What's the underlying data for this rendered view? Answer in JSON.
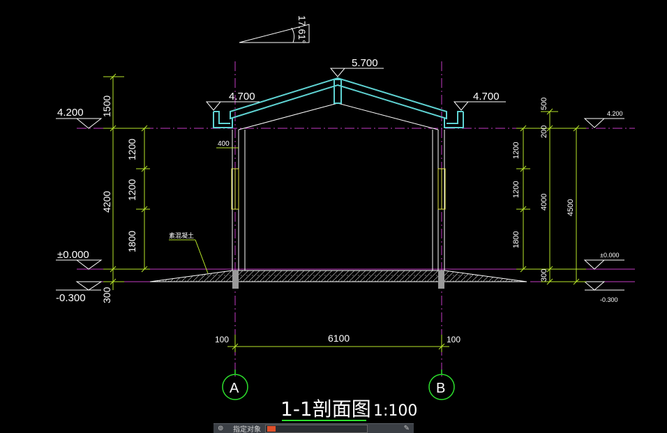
{
  "drawing": {
    "slope_label": "17.61°",
    "ridge_elev": "5.700",
    "eave_elev_left": "4.700",
    "eave_elev_right": "4.700",
    "elev_420_left": "4.200",
    "elev_420_right": "4.200",
    "elev_000_left": "±0.000",
    "elev_000_right": "±0.000",
    "elev_m030_left": "-0.300",
    "elev_m030_right": "-0.300",
    "left_dims": {
      "top": "1500",
      "d1": "1200",
      "d2": "1200",
      "d3": "1800",
      "total": "4200",
      "base": "300"
    },
    "right_dims": {
      "top": "500",
      "d0": "200",
      "d1": "1200",
      "d2": "1200",
      "d3": "1800",
      "mid_total": "4000",
      "total": "4500",
      "base": "300"
    },
    "wall_dim": "400",
    "concrete_note": "素混凝土",
    "span": "6100",
    "edge_left": "100",
    "edge_right": "100",
    "axis_a": "A",
    "axis_b": "B",
    "title": "1-1剖面图",
    "scale": "1:100"
  },
  "colors": {
    "background": "#000000",
    "roof": "#5fd3d3",
    "dimension": "#b8e62a",
    "axis": "#c33bc3",
    "axis_bubble": "#2de02d",
    "window": "#e8e84a",
    "wall": "#ffffff"
  },
  "status_bar": {
    "icon": "layers-icon",
    "label": "指定对象",
    "pen_icon": "pen-icon"
  }
}
